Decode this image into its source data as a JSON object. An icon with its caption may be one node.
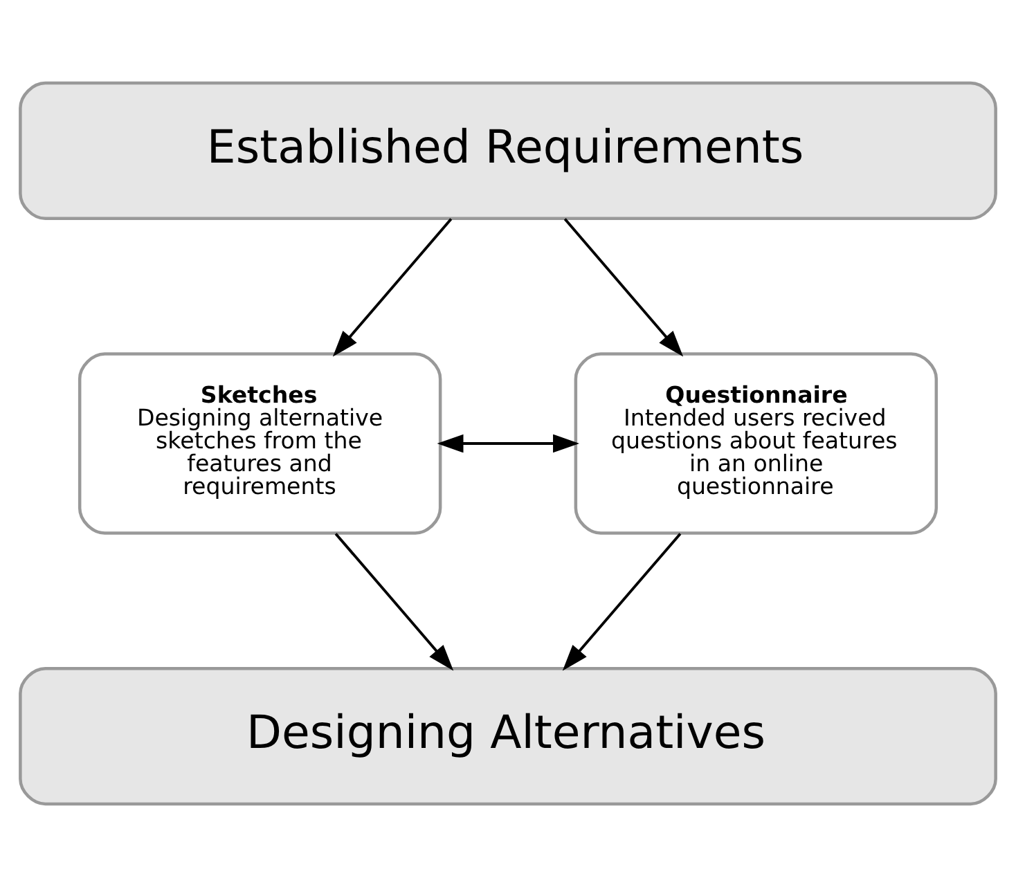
{
  "diagram": {
    "nodes": [
      {
        "text": [
          "Established Requirements"
        ]
      },
      {
        "text": [
          "Sketches",
          "Designing alternative sketches from the features and requirements"
        ]
      },
      {
        "text": [
          "Questionnaire",
          "Intended users recived questions about features in an online questionnaire"
        ]
      },
      {
        "text": [
          "Designing Alternatives"
        ]
      }
    ],
    "edges": [
      {
        "from": 0,
        "to": 1,
        "arrow": "to"
      },
      {
        "from": 0,
        "to": 2,
        "arrow": "to"
      },
      {
        "from": 1,
        "to": 2,
        "arrow": "both"
      },
      {
        "from": 1,
        "to": 3,
        "arrow": "to"
      },
      {
        "from": 2,
        "to": 3,
        "arrow": "to"
      }
    ]
  }
}
